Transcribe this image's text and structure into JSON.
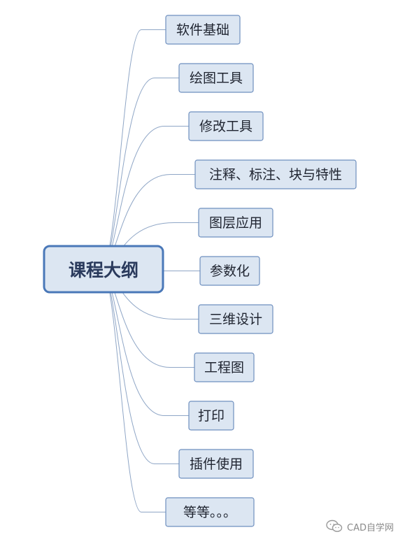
{
  "root": {
    "label": "课程大纲"
  },
  "branches": [
    "软件基础",
    "绘图工具",
    "修改工具",
    "注释、标注、块与特性",
    "图层应用",
    "参数化",
    "三维设计",
    "工程图",
    "打印",
    "插件使用",
    "等等。。。"
  ],
  "colors": {
    "node_fill": "#dce6f2",
    "node_border": "#6e8fbf",
    "root_fill": "#dce6f2",
    "root_border": "#4a78b8",
    "connector": "#8fa6c6",
    "text": "#1f2430"
  },
  "watermark": {
    "label": "CAD自学网",
    "icon": "wechat-icon"
  }
}
